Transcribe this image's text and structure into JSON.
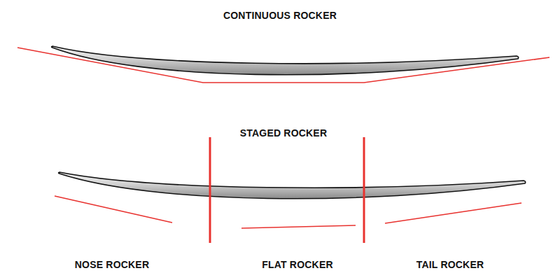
{
  "diagram": {
    "labels": [
      "CONTINUOUS ROCKER",
      "STAGED ROCKER",
      "NOSE ROCKER",
      "FLAT ROCKER",
      "TAIL ROCKER"
    ]
  }
}
